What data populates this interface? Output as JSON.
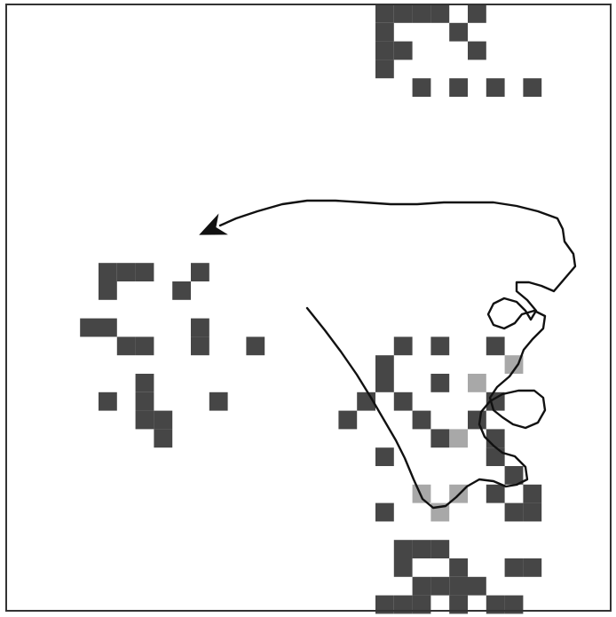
{
  "figure": {
    "colors": {
      "background": "#ffffff",
      "occupied_cell": "#464646",
      "light_cell": "#a8a8a8",
      "trajectory": "#111111",
      "frame": "#333333"
    },
    "grid": {
      "columns": 32,
      "rows": 32
    },
    "dark_cells": [
      [
        20,
        0
      ],
      [
        21,
        0
      ],
      [
        22,
        0
      ],
      [
        23,
        0
      ],
      [
        25,
        0
      ],
      [
        20,
        1
      ],
      [
        24,
        1
      ],
      [
        20,
        2
      ],
      [
        21,
        2
      ],
      [
        25,
        2
      ],
      [
        20,
        3
      ],
      [
        22,
        4
      ],
      [
        24,
        4
      ],
      [
        26,
        4
      ],
      [
        28,
        4
      ],
      [
        5,
        14
      ],
      [
        6,
        14
      ],
      [
        7,
        14
      ],
      [
        10,
        14
      ],
      [
        5,
        15
      ],
      [
        9,
        15
      ],
      [
        4,
        17
      ],
      [
        5,
        17
      ],
      [
        10,
        17
      ],
      [
        6,
        18
      ],
      [
        7,
        18
      ],
      [
        10,
        18
      ],
      [
        13,
        18
      ],
      [
        21,
        18
      ],
      [
        23,
        18
      ],
      [
        26,
        18
      ],
      [
        20,
        19
      ],
      [
        7,
        20
      ],
      [
        20,
        20
      ],
      [
        23,
        20
      ],
      [
        5,
        21
      ],
      [
        7,
        21
      ],
      [
        11,
        21
      ],
      [
        19,
        21
      ],
      [
        21,
        21
      ],
      [
        26,
        21
      ],
      [
        7,
        22
      ],
      [
        8,
        22
      ],
      [
        18,
        22
      ],
      [
        22,
        22
      ],
      [
        25,
        22
      ],
      [
        8,
        23
      ],
      [
        23,
        23
      ],
      [
        26,
        23
      ],
      [
        20,
        24
      ],
      [
        26,
        24
      ],
      [
        27,
        25
      ],
      [
        26,
        26
      ],
      [
        28,
        26
      ],
      [
        20,
        27
      ],
      [
        27,
        27
      ],
      [
        28,
        27
      ],
      [
        21,
        29
      ],
      [
        22,
        29
      ],
      [
        23,
        29
      ],
      [
        21,
        30
      ],
      [
        24,
        30
      ],
      [
        27,
        30
      ],
      [
        28,
        30
      ],
      [
        22,
        31
      ],
      [
        23,
        31
      ],
      [
        24,
        31
      ],
      [
        25,
        31
      ],
      [
        20,
        32
      ],
      [
        21,
        32
      ],
      [
        22,
        32
      ],
      [
        24,
        32
      ],
      [
        26,
        32
      ],
      [
        27,
        32
      ]
    ],
    "light_cells": [
      [
        27,
        19
      ],
      [
        25,
        20
      ],
      [
        24,
        23
      ],
      [
        26,
        24
      ],
      [
        22,
        26
      ],
      [
        24,
        26
      ],
      [
        23,
        27
      ]
    ],
    "trajectory": [
      [
        346,
        347
      ],
      [
        366,
        372
      ],
      [
        384,
        396
      ],
      [
        402,
        422
      ],
      [
        418,
        448
      ],
      [
        432,
        472
      ],
      [
        446,
        496
      ],
      [
        456,
        516
      ],
      [
        466,
        540
      ],
      [
        476,
        562
      ],
      [
        488,
        572
      ],
      [
        502,
        570
      ],
      [
        514,
        560
      ],
      [
        526,
        548
      ],
      [
        540,
        540
      ],
      [
        556,
        542
      ],
      [
        570,
        548
      ],
      [
        582,
        546
      ],
      [
        594,
        540
      ],
      [
        592,
        526
      ],
      [
        580,
        514
      ],
      [
        566,
        510
      ],
      [
        556,
        502
      ],
      [
        546,
        492
      ],
      [
        540,
        478
      ],
      [
        542,
        464
      ],
      [
        552,
        452
      ],
      [
        566,
        444
      ],
      [
        584,
        440
      ],
      [
        602,
        440
      ],
      [
        612,
        448
      ],
      [
        614,
        462
      ],
      [
        606,
        476
      ],
      [
        592,
        482
      ],
      [
        578,
        478
      ],
      [
        566,
        470
      ],
      [
        556,
        462
      ],
      [
        552,
        448
      ],
      [
        560,
        436
      ],
      [
        574,
        424
      ],
      [
        584,
        410
      ],
      [
        590,
        394
      ],
      [
        600,
        382
      ],
      [
        612,
        370
      ],
      [
        614,
        356
      ],
      [
        602,
        350
      ],
      [
        588,
        354
      ],
      [
        580,
        364
      ],
      [
        568,
        370
      ],
      [
        556,
        366
      ],
      [
        550,
        354
      ],
      [
        556,
        342
      ],
      [
        568,
        336
      ],
      [
        582,
        340
      ],
      [
        592,
        350
      ],
      [
        598,
        360
      ],
      [
        604,
        350
      ],
      [
        594,
        338
      ],
      [
        582,
        328
      ],
      [
        582,
        318
      ],
      [
        596,
        318
      ],
      [
        610,
        322
      ],
      [
        624,
        328
      ],
      [
        636,
        314
      ],
      [
        648,
        300
      ],
      [
        646,
        286
      ],
      [
        636,
        272
      ],
      [
        634,
        258
      ],
      [
        628,
        246
      ],
      [
        606,
        238
      ],
      [
        582,
        232
      ],
      [
        556,
        228
      ],
      [
        530,
        228
      ],
      [
        500,
        228
      ],
      [
        470,
        230
      ],
      [
        440,
        230
      ],
      [
        410,
        228
      ],
      [
        378,
        226
      ],
      [
        346,
        226
      ],
      [
        318,
        230
      ],
      [
        290,
        238
      ],
      [
        266,
        246
      ],
      [
        248,
        254
      ]
    ],
    "arrow_direction": "left"
  }
}
